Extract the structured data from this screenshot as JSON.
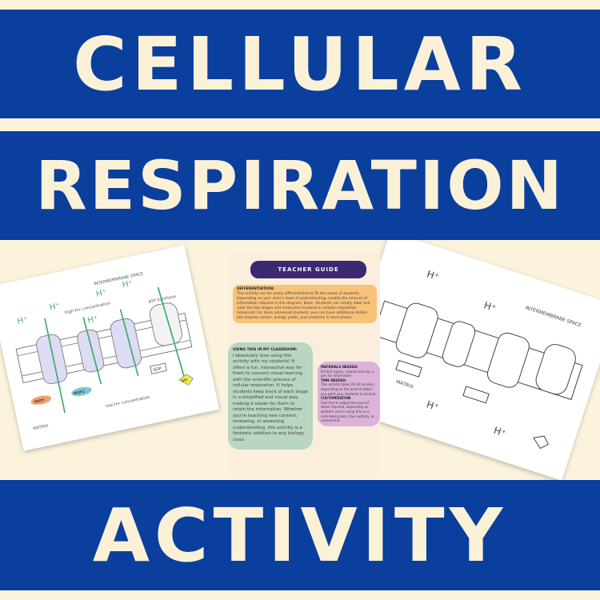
{
  "title_lines": [
    "CELLULAR",
    "RESPIRATION",
    "ACTIVITY"
  ],
  "teacher_guide": {
    "heading": "TEACHER GUIDE",
    "differentiation_heading": "DIFFERENTIATION:",
    "differentiation_text": "This activity can be easily differentiated to fit the needs of students. Depending on your class's level of understanding, modify the amount of information required in the diagram. Basic: Students can simply label and color the key stages and molecules involved in cellular respiration. Advanced: For more advanced students, you can have additional details like enzyme names, energy yields, and reactions in each phase.",
    "classroom_heading": "USING THIS IN MY CLASSROOM:",
    "classroom_text": "I absolutely love using this activity with my students! It offers a fun, interactive way for them to connect visual learning with the scientific process of cellular respiration. It helps students keep track of each stage in a simplified and visual way, making it easier for them to retain the information. Whether you're teaching new content, reviewing, or assessing understanding, this activity is a fantastic addition to any biology class.",
    "materials_heading": "MATERIALS NEEDED:",
    "materials_text": "Printed copies, colored pencils, a pen for information.",
    "time_heading": "TIME NEEDED:",
    "time_text": "This activity takes 20-30 minutes, depending on the level of detail you want your students to include.",
    "custom_heading": "CUSTOMIZATION",
    "custom_text": "Feel free to adjust the level of detail required, depending on whether you're using this as a note-taking tool, class activity, or assessment."
  },
  "diagram_labels": {
    "intermembrane": "INTERMEMBRANE SPACE",
    "matrix": "MATRIX",
    "high": "high H+ concentration",
    "low": "low H+ concentration",
    "h_plus": "H+",
    "nadh": "NADH",
    "fadh2": "FADH2",
    "atp": "ATP",
    "adp": "ADP",
    "synthase": "ATP Synthase"
  }
}
